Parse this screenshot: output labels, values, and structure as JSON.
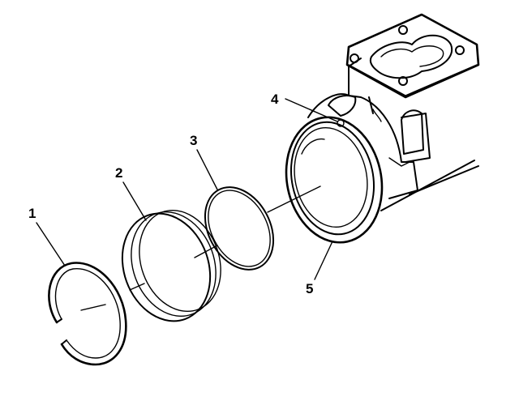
{
  "callouts": {
    "c1": "1",
    "c2": "2",
    "c3": "3",
    "c4": "4",
    "c5": "5"
  },
  "colors": {
    "ink": "#000000",
    "background": "#ffffff"
  }
}
